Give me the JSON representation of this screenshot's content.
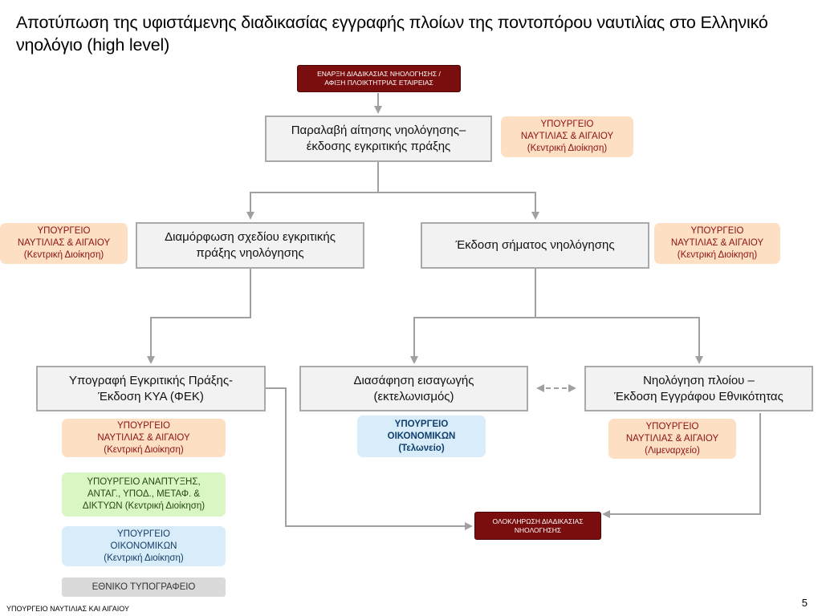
{
  "title": "Αποτύπωση της υφιστάμενης διαδικασίας εγγραφής πλοίων της ποντοπόρου ναυτιλίας στο Ελληνικό νηολόγιο (high level)",
  "start": {
    "line1": "ΕΝΑΡΞΗ ΔΙΑΔΙΚΑΣΙΑΣ ΝΗΟΛΟΓΗΣΗΣ /",
    "line2": "ΑΦΙΞΗ ΠΛΟΙΚΤΗΤΡΙΑΣ ΕΤΑΙΡΕΙΑΣ"
  },
  "end": {
    "line1": "ΟΛΟΚΛΗΡΩΣΗ ΔΙΑΔΙΚΑΣΙΑΣ",
    "line2": "ΝΗΟΛΟΓΗΣΗΣ"
  },
  "steps": {
    "receive": {
      "line1": "Παραλαβή αίτησης νηολόγησης–",
      "line2": "έκδοσης εγκριτικής πράξης"
    },
    "draft": {
      "line1": "Διαμόρφωση σχεδίου εγκριτικής",
      "line2": "πράξης νηολόγησης"
    },
    "mark": {
      "line1": "Έκδοση σήματος νηολόγησης"
    },
    "sign": {
      "line1": "Υπογραφή Εγκριτικής Πράξης-",
      "line2": "Έκδοση ΚΥΑ (ΦΕΚ)"
    },
    "customs": {
      "line1": "Διασάφηση εισαγωγής",
      "line2": "(εκτελωνισμός)"
    },
    "register": {
      "line1": "Νηολόγηση πλοίου –",
      "line2": "Έκδοση Εγγράφου Εθνικότητας"
    }
  },
  "authorities": {
    "ministry_central": {
      "line1": "ΥΠΟΥΡΓΕΙΟ",
      "line2": "ΝΑΥΤΙΛΙΑΣ & ΑΙΓΑΙΟΥ",
      "line3": "(Κεντρική Διοίκηση)"
    },
    "ministry_port": {
      "line1": "ΥΠΟΥΡΓΕΙΟ",
      "line2": "ΝΑΥΤΙΛΙΑΣ & ΑΙΓΑΙΟΥ",
      "line3": "(Λιμεναρχείο)"
    },
    "finance_customs": {
      "line1": "ΥΠΟΥΡΓΕΙΟ",
      "line2": "ΟΙΚΟΝΟΜΙΚΩΝ",
      "line3": "(Τελωνείο)"
    },
    "development": {
      "line1": "ΥΠΟΥΡΓΕΙΟ ΑΝΑΠΤΥΞΗΣ,",
      "line2": "ΑΝΤΑΓ., ΥΠΟΔ., ΜΕΤΑΦ. &",
      "line3": "ΔΙΚΤΥΩΝ (Κεντρική Διοίκηση)"
    },
    "finance_central": {
      "line1": "ΥΠΟΥΡΓΕΙΟ",
      "line2": "ΟΙΚΟΝΟΜΙΚΩΝ",
      "line3": "(Κεντρική Διοίκηση)"
    },
    "printing": {
      "line1": "ΕΘΝΙΚΟ ΤΥΠΟΓΡΑΦΕΙΟ"
    }
  },
  "footer": "ΥΠΟΥΡΓΕΙΟ ΝΑΥΤΙΛΙΑΣ ΚΑΙ ΑΙΓΑΙΟΥ",
  "page_number": "5",
  "colors": {
    "start_end": "#7a0e0e",
    "process_fill": "#f2f2f2",
    "process_border": "#a9a9a9",
    "ministry_orange": "#fde0c4",
    "development_green": "#d9f6c4",
    "finance_blue": "#d9ecf9",
    "printing_grey": "#dadada",
    "connector": "#a0a0a0"
  }
}
